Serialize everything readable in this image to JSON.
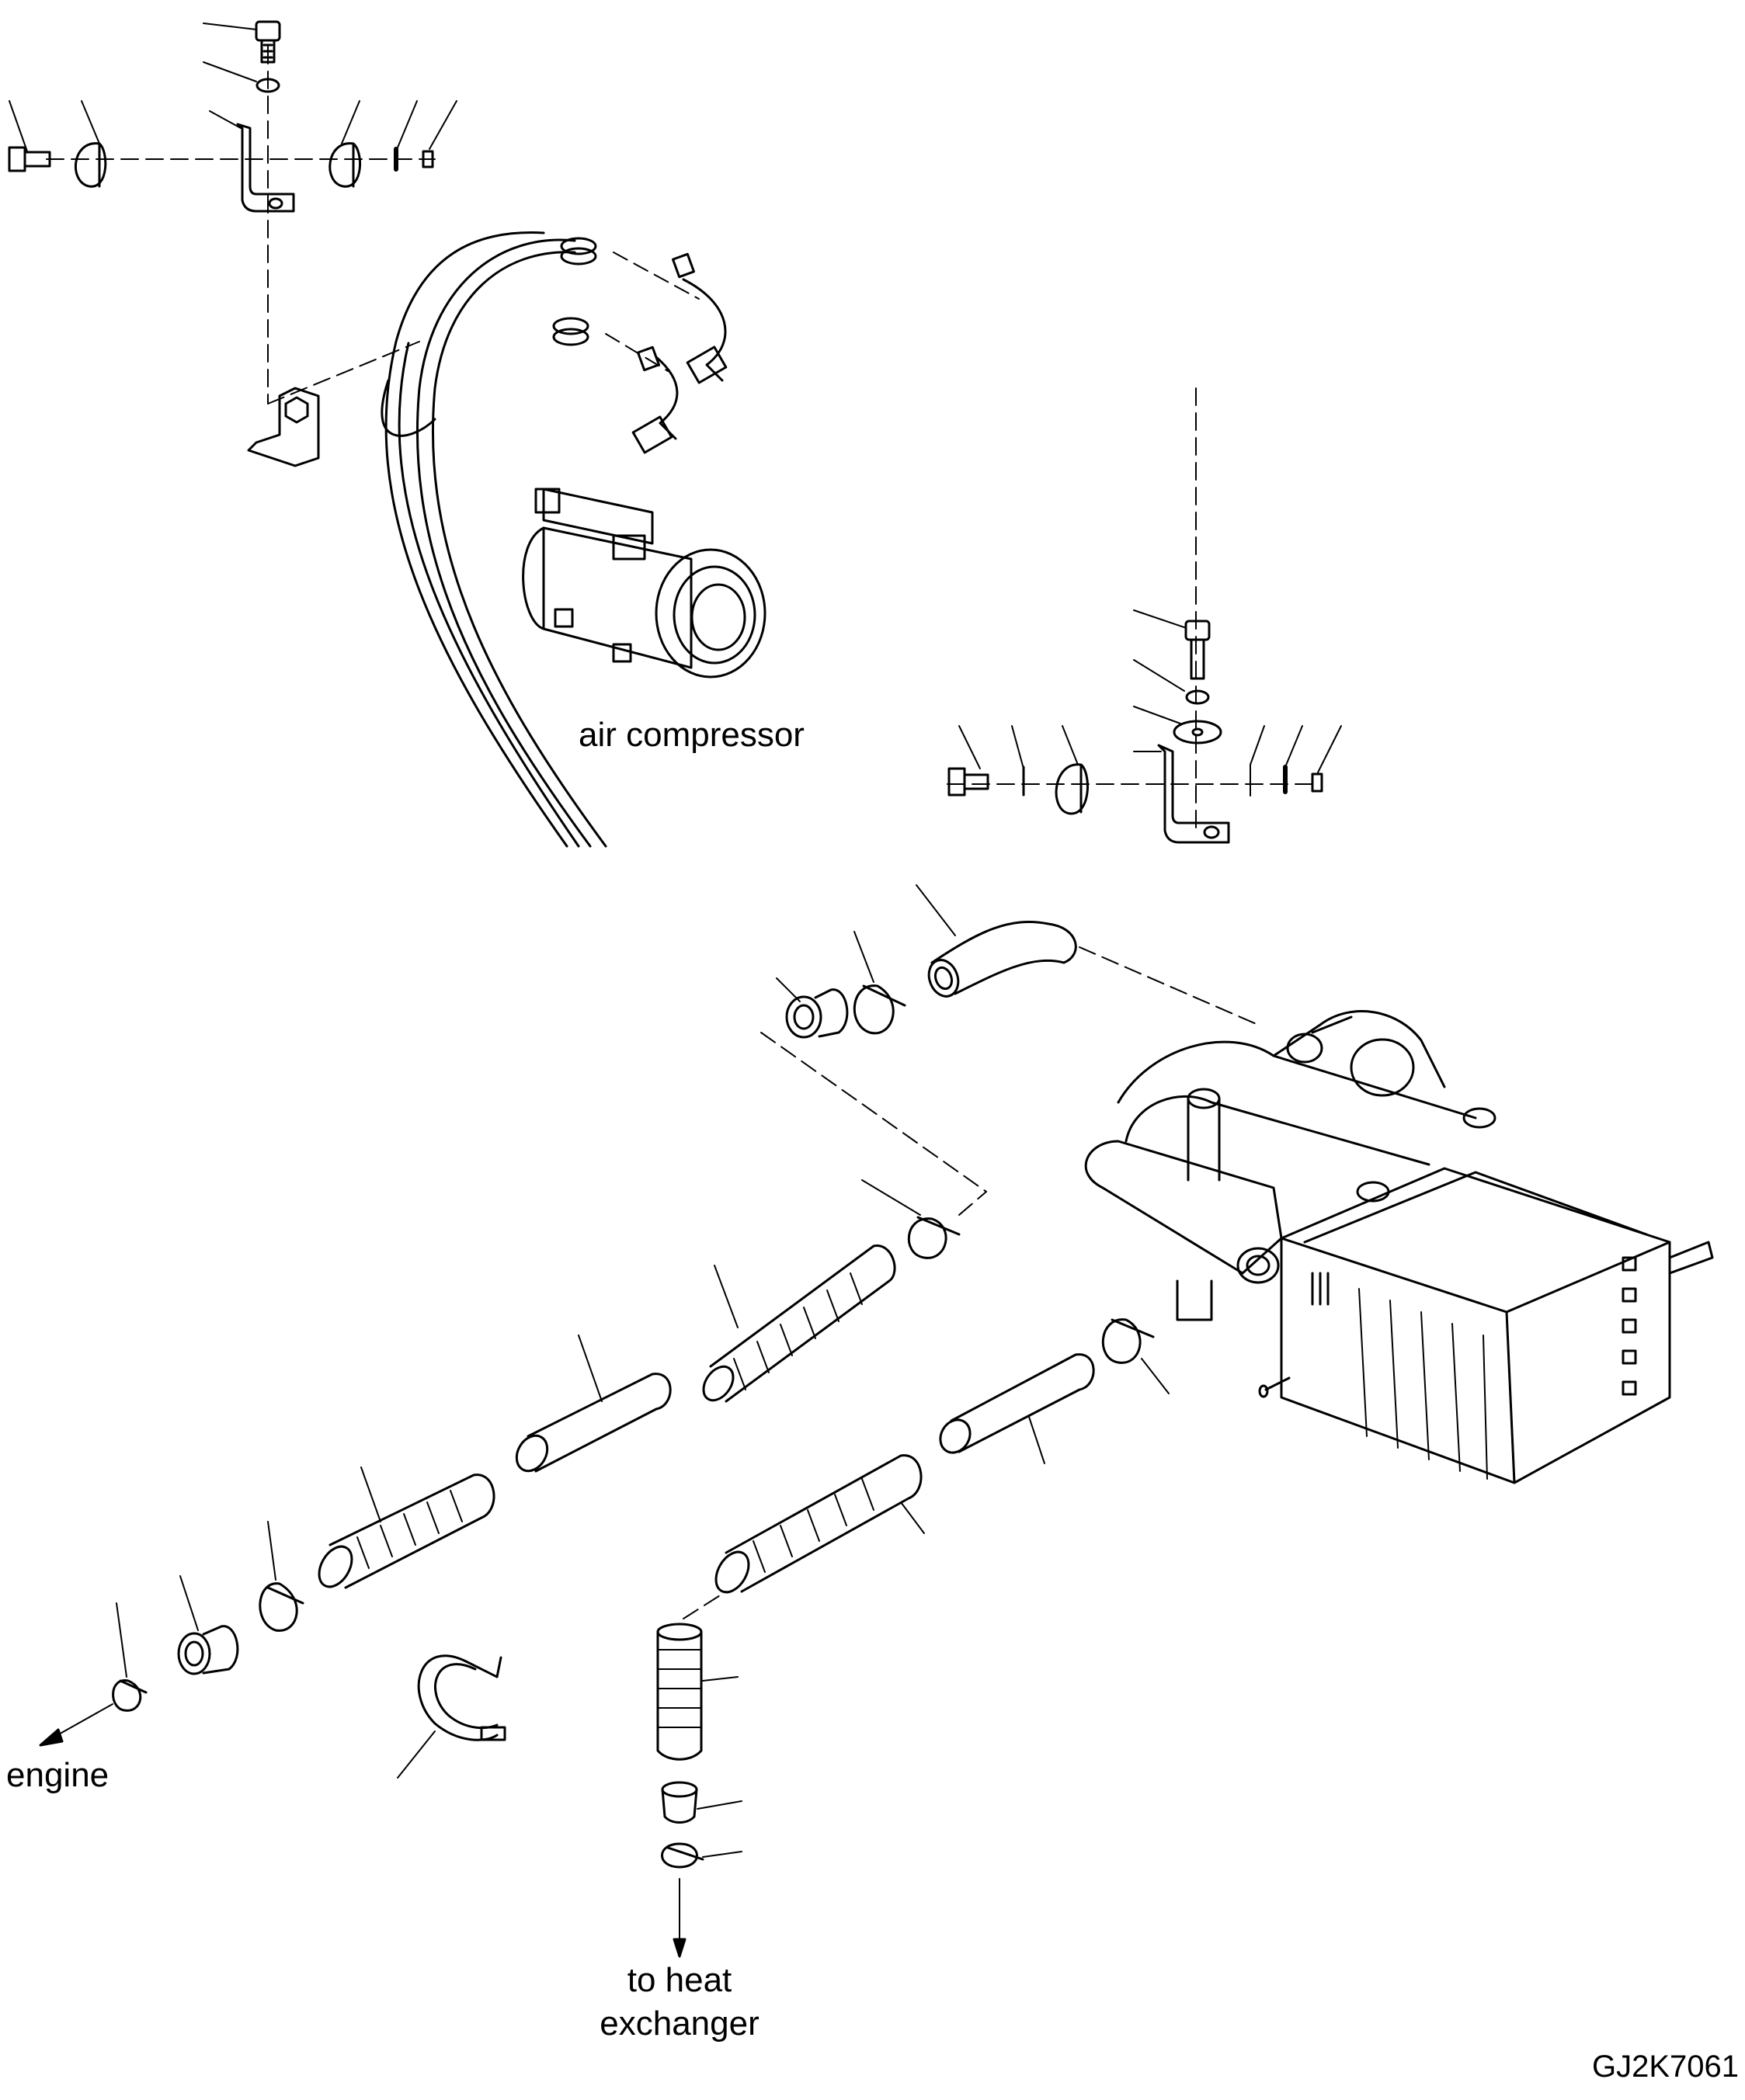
{
  "labels": {
    "air_compressor": "air compressor",
    "engine": "engine",
    "to_heat_exchanger": "to heat\nexchanger",
    "drawing_ref": "GJ2K7061"
  },
  "parts": [
    "bracket-bolt-icon",
    "washer-icon",
    "hose-clamp-icon",
    "mounting-bracket-icon",
    "hose-assembly-icon",
    "air-compressor-icon",
    "elbow-hose-icon",
    "reducer-icon",
    "corrugated-hose-icon",
    "straight-hose-icon",
    "band-clamp-icon",
    "heater-unit-icon"
  ]
}
